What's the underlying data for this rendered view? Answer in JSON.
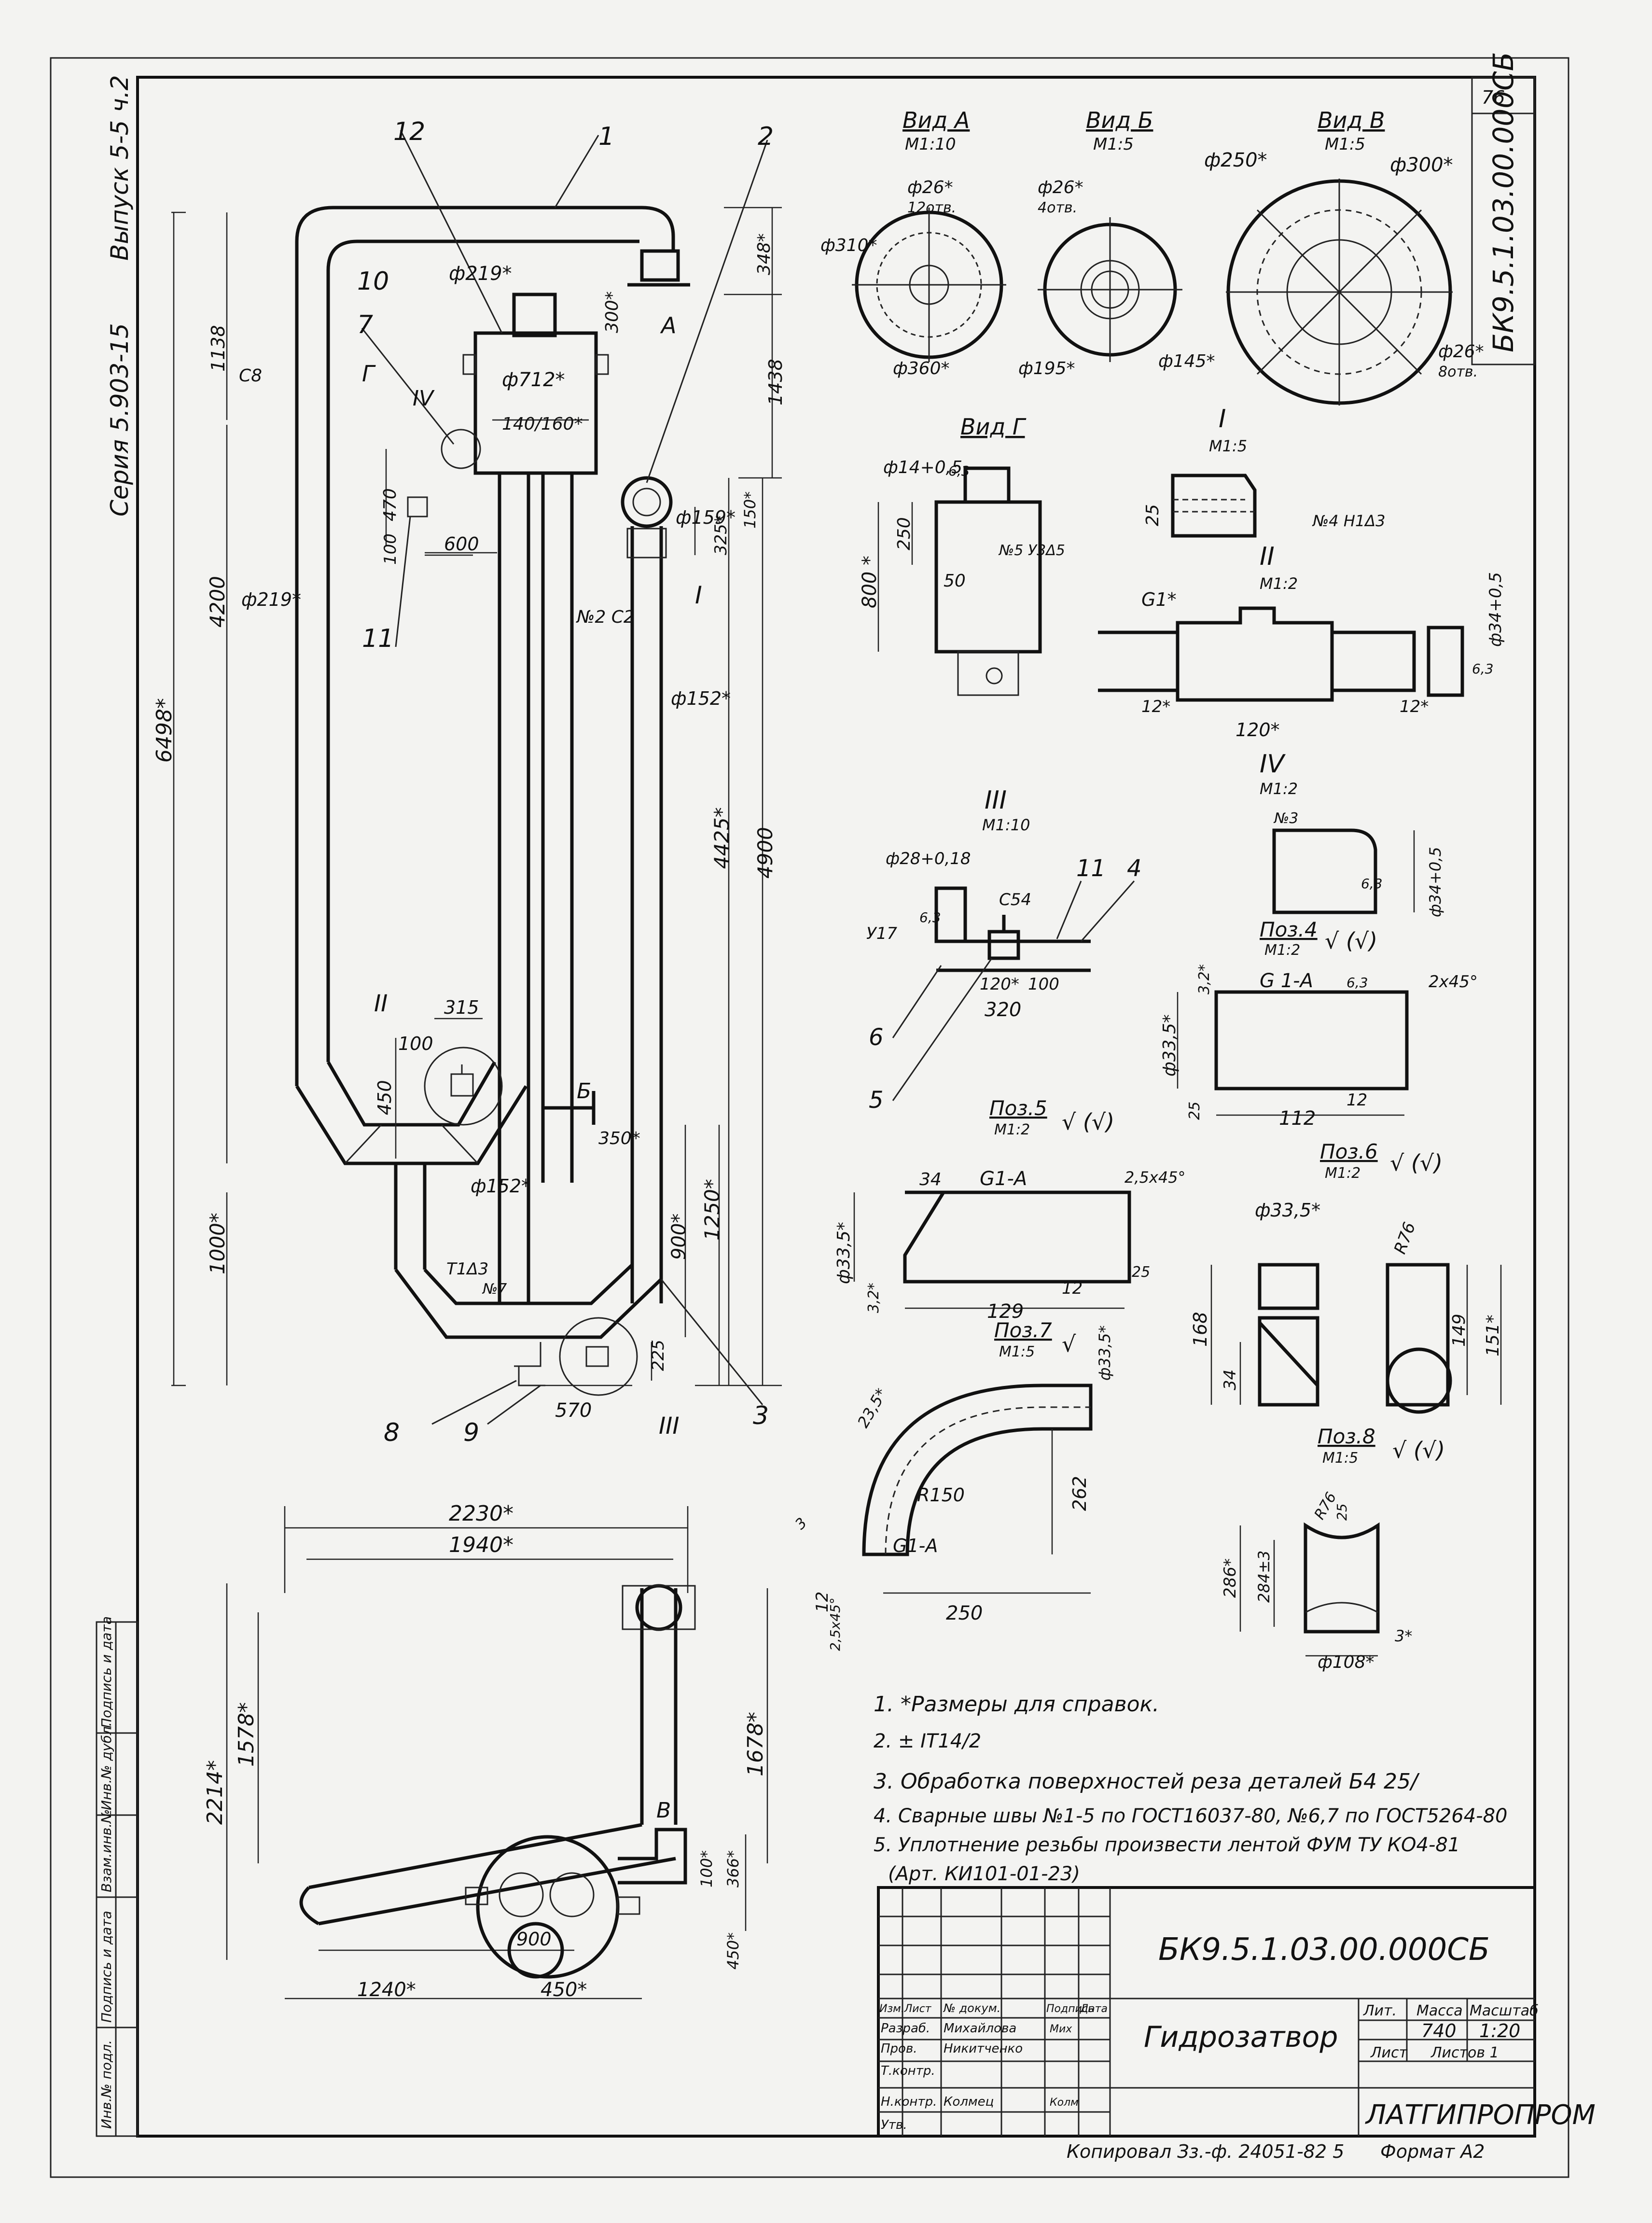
{
  "sheet": {
    "sheet_number": "76",
    "designation_vertical": "БК9.5.1.03.00.000СБ",
    "series": "Серия 5.903-15",
    "issue": "Выпуск 5-5 ч.2"
  },
  "views": {
    "view_a": {
      "title": "Вид А",
      "scale": "М1:10",
      "d_holes": "ф26*",
      "holes_count": "12отв.",
      "d_bolt_circle": "ф310*",
      "d_outer": "ф360*"
    },
    "view_b": {
      "title": "Вид Б",
      "scale": "М1:5",
      "d_holes": "ф26*",
      "holes_count": "4отв.",
      "d_outer": "ф195*",
      "d_inner": "ф145*"
    },
    "view_v": {
      "title": "Вид В",
      "scale": "М1:5",
      "d_inner": "ф250*",
      "d_outer": "ф300*",
      "d_holes": "ф26*",
      "holes_count": "8отв."
    },
    "view_g": {
      "title": "Вид Г",
      "dim_hole": "ф14+0,5",
      "rough": "6,3",
      "dim_250": "250",
      "dim_50": "50",
      "dim_800": "800 *",
      "weld": "№5 У3Δ5"
    },
    "detail_1": {
      "title": "I",
      "scale": "М1:5",
      "dim": "25",
      "weld": "№4 Н1Δ3"
    },
    "detail_2": {
      "title": "II",
      "scale": "М1:2",
      "thread": "G1*",
      "dim_120": "120*",
      "dim_12a": "12*",
      "dim_12b": "12*",
      "d": "ф34+0,5",
      "rough": "6,3"
    },
    "detail_3": {
      "title": "III",
      "scale": "М1:10",
      "d": "ф28+0,18",
      "weld_c54": "С54",
      "weld_u17": "У17",
      "rough": "6,3",
      "dim_120": "120*",
      "dim_100": "100",
      "dim_320": "320",
      "pos_11": "11",
      "pos_4": "4",
      "pos_6": "6",
      "pos_5": "5"
    },
    "detail_4": {
      "title": "IV",
      "scale": "М1:2",
      "weld": "№3",
      "d": "ф34+0,5",
      "rough": "6,3"
    },
    "pos4": {
      "title": "Поз.4",
      "scale": "М1:2",
      "mark": "√ (√)",
      "thread": "G 1-A",
      "chamfer": "2х45°",
      "d": "ф33,5*",
      "dim_3_2": "3,2*",
      "dim_25": "25",
      "dim_12": "12",
      "dim_112": "112",
      "rough": "6,3"
    },
    "pos5": {
      "title": "Поз.5",
      "scale": "М1:2",
      "mark": "√ (√)",
      "thread": "G1-A",
      "chamfer": "2,5х45°",
      "dim_34": "34",
      "d": "ф33,5*",
      "dim_3_2": "3,2*",
      "dim_129": "129",
      "dim_12": "12",
      "dim_25": "25"
    },
    "pos6": {
      "title": "Поз.6",
      "scale": "М1:2",
      "mark": "√ (√)",
      "d": "ф33,5*",
      "r": "R76",
      "dim_168": "168",
      "dim_34": "34",
      "dim_149": "149",
      "dim_151": "151*"
    },
    "pos7": {
      "title": "Поз.7",
      "scale": "М1:5",
      "mark": "√",
      "d": "ф33,5*",
      "dim_23_5": "23,5*",
      "r": "R150",
      "thread": "G1-A",
      "dim_262": "262",
      "dim_250": "250",
      "dim_12": "12",
      "chamfer": "2,5х45°",
      "dim_3": "3"
    },
    "pos8": {
      "title": "Поз.8",
      "scale": "М1:5",
      "mark": "√ (√)",
      "r": "R76",
      "dim_25": "25",
      "dim_286": "286*",
      "dim_284": "284±3",
      "d": "ф108*",
      "dim_3": "3*"
    }
  },
  "main_view": {
    "pos": [
      "1",
      "2",
      "3",
      "8",
      "9",
      "10",
      "7",
      "11",
      "12"
    ],
    "dims": {
      "d219_top": "ф219*",
      "d712": "ф712*",
      "d140_160": "140/160*",
      "d219_left": "ф219*",
      "d159": "ф159*",
      "d152_a": "ф152*",
      "d152_b": "ф152*",
      "d300": "300*",
      "d348": "348*",
      "d1138": "1138",
      "d1438": "1438",
      "d470": "470",
      "d100": "100",
      "d600": "600",
      "d4200": "4200",
      "d6498": "6498*",
      "d4425": "4425*",
      "d4900": "4900",
      "d325": "325*",
      "d150": "150*",
      "d315": "315",
      "d100b": "100",
      "d450": "450",
      "d350": "350*",
      "d1000": "1000*",
      "d900": "900*",
      "d1250": "1250*",
      "d225": "225",
      "d570": "570",
      "c8": "С8",
      "c2": "№2 С2",
      "weld_t1": "Т1Δ3",
      "weld_no7": "№7"
    },
    "letters": {
      "a": "А",
      "b": "Б",
      "g": "Г",
      "iv": "IV",
      "i": "I",
      "ii": "II",
      "iii": "III"
    }
  },
  "plan_view": {
    "dims": {
      "d2230": "2230*",
      "d1940": "1940*",
      "d2214": "2214*",
      "d1578": "1578*",
      "d1678": "1678*",
      "d100": "100*",
      "d366": "366*",
      "d450": "450*",
      "d900": "900",
      "d1240": "1240*",
      "d450b": "450*"
    },
    "letter_v": "В"
  },
  "notes": [
    "1. *Размеры для справок.",
    "2. ± IT14/2",
    "3. Обработка поверхностей реза деталей Б4 25/",
    "4. Сварные швы №1-5 по ГОСТ16037-80, №6,7 по ГОСТ5264-80",
    "5. Уплотнение резьбы произвести лентой ФУМ ТУ КО4-81",
    "(Арт. КИ101-01-23)"
  ],
  "side_stamp": [
    "Инв.№ подл.",
    "Подпись и дата",
    "Взам.инв.№",
    "Инв.№ дубл.",
    "Подпись и дата"
  ],
  "title_block": {
    "designation": "БК9.5.1.03.00.000СБ",
    "name": "Гидрозатвор",
    "col_lit": "Лит.",
    "col_mass": "Масса",
    "col_scale": "Масштаб",
    "mass": "740",
    "scale": "1:20",
    "sheet": "Лист",
    "sheets": "Листов 1",
    "org": "ЛАТГИПРОПРОМ",
    "rows": [
      {
        "role": "Изм.Лист",
        "name": "№ докум.",
        "sign": "Подпись",
        "date": "Дата"
      },
      {
        "role": "Разраб.",
        "name": "Михайлова",
        "sign": "Мих",
        "date": ""
      },
      {
        "role": "Пров.",
        "name": "Никитченко",
        "sign": "",
        "date": ""
      },
      {
        "role": "Т.контр.",
        "name": "",
        "sign": "",
        "date": ""
      },
      {
        "role": "",
        "name": "",
        "sign": "",
        "date": ""
      },
      {
        "role": "Н.контр.",
        "name": "Колмец",
        "sign": "Колм",
        "date": ""
      },
      {
        "role": "Утв.",
        "name": "",
        "sign": "",
        "date": ""
      }
    ]
  },
  "footer": {
    "copy": "Копировал Зз.-ф. 24051-82 5",
    "format": "Формат А2"
  }
}
